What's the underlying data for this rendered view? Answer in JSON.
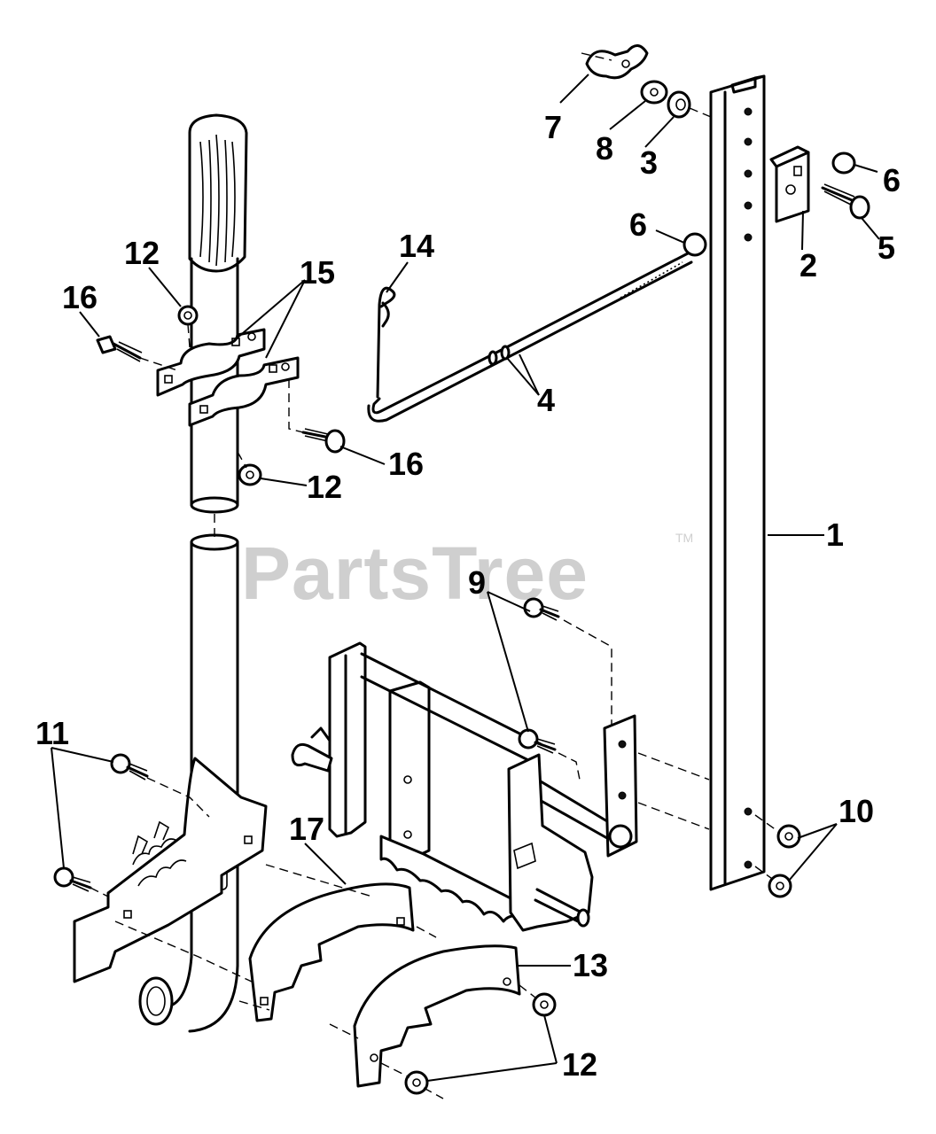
{
  "watermark": {
    "brand": "PartsTree",
    "trademark": "TM"
  },
  "callouts": {
    "c1": "1",
    "c2": "2",
    "c3": "3",
    "c4": "4",
    "c5": "5",
    "c6a": "6",
    "c6b": "6",
    "c7": "7",
    "c8": "8",
    "c9": "9",
    "c10": "10",
    "c11": "11",
    "c12a": "12",
    "c12b": "12",
    "c12c": "12",
    "c13": "13",
    "c14": "14",
    "c15": "15",
    "c16a": "16",
    "c16b": "16",
    "c17": "17"
  }
}
